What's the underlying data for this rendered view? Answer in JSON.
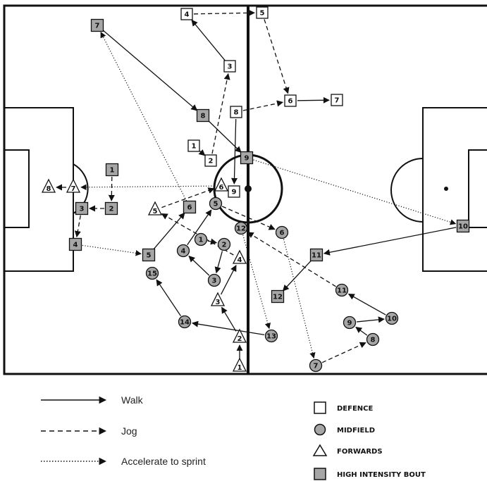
{
  "legend": {
    "walk": "Walk",
    "jog": "Jog",
    "sprint": "Accelerate to sprint",
    "defence": "DEFENCE",
    "midfield": "MIDFIELD",
    "forwards": "FORWARDS",
    "high_intensity": "HIGH INTENSITY BOUT"
  },
  "colors": {
    "line": "#111111",
    "filled": "#a6a6a6",
    "open": "#ffffff",
    "pitch": "#ffffff"
  },
  "players": {
    "defence": [
      {
        "id": "d1",
        "label": "1",
        "type": "square",
        "hi": false
      },
      {
        "id": "d2",
        "label": "2",
        "type": "square",
        "hi": false
      },
      {
        "id": "d3",
        "label": "3",
        "type": "square",
        "hi": false
      },
      {
        "id": "d4",
        "label": "4",
        "type": "square",
        "hi": false
      },
      {
        "id": "d5",
        "label": "5",
        "type": "square",
        "hi": false
      },
      {
        "id": "d6",
        "label": "6",
        "type": "square",
        "hi": false
      },
      {
        "id": "d7",
        "label": "7",
        "type": "square",
        "hi": false
      },
      {
        "id": "d8",
        "label": "8",
        "type": "square",
        "hi": false
      },
      {
        "id": "d9",
        "label": "9",
        "type": "square",
        "hi": false
      }
    ],
    "high_intensity": [
      {
        "id": "h1",
        "label": "1",
        "type": "square",
        "hi": true
      },
      {
        "id": "h2",
        "label": "2",
        "type": "square",
        "hi": true
      },
      {
        "id": "h3",
        "label": "3",
        "type": "square",
        "hi": true
      },
      {
        "id": "h4",
        "label": "4",
        "type": "square",
        "hi": true
      },
      {
        "id": "h5",
        "label": "5",
        "type": "square",
        "hi": true
      },
      {
        "id": "h6",
        "label": "6",
        "type": "square",
        "hi": true
      },
      {
        "id": "h7",
        "label": "7",
        "type": "square",
        "hi": true
      },
      {
        "id": "h8",
        "label": "8",
        "type": "square",
        "hi": true
      },
      {
        "id": "h9",
        "label": "9",
        "type": "square",
        "hi": true
      },
      {
        "id": "h10",
        "label": "10",
        "type": "square",
        "hi": true
      },
      {
        "id": "h11",
        "label": "11",
        "type": "square",
        "hi": true
      },
      {
        "id": "h12",
        "label": "12",
        "type": "square",
        "hi": true
      }
    ],
    "midfield": [
      {
        "id": "m1",
        "label": "1",
        "type": "circle"
      },
      {
        "id": "m2",
        "label": "2",
        "type": "circle"
      },
      {
        "id": "m3",
        "label": "3",
        "type": "circle"
      },
      {
        "id": "m4",
        "label": "4",
        "type": "circle"
      },
      {
        "id": "m5",
        "label": "5",
        "type": "circle"
      },
      {
        "id": "m6",
        "label": "6",
        "type": "circle"
      },
      {
        "id": "m7",
        "label": "7",
        "type": "circle"
      },
      {
        "id": "m8",
        "label": "8",
        "type": "circle"
      },
      {
        "id": "m9",
        "label": "9",
        "type": "circle"
      },
      {
        "id": "m10",
        "label": "10",
        "type": "circle"
      },
      {
        "id": "m11",
        "label": "11",
        "type": "circle"
      },
      {
        "id": "m12",
        "label": "12",
        "type": "circle"
      },
      {
        "id": "m13",
        "label": "13",
        "type": "circle"
      },
      {
        "id": "m14",
        "label": "14",
        "type": "circle"
      },
      {
        "id": "m15",
        "label": "15",
        "type": "circle"
      }
    ],
    "forwards": [
      {
        "id": "f1",
        "label": "1",
        "type": "triangle"
      },
      {
        "id": "f2",
        "label": "2",
        "type": "triangle"
      },
      {
        "id": "f3",
        "label": "3",
        "type": "triangle"
      },
      {
        "id": "f4",
        "label": "4",
        "type": "triangle"
      },
      {
        "id": "f5",
        "label": "5",
        "type": "triangle"
      },
      {
        "id": "f6",
        "label": "6",
        "type": "triangle"
      },
      {
        "id": "f7",
        "label": "7",
        "type": "triangle"
      },
      {
        "id": "f8",
        "label": "8",
        "type": "triangle"
      }
    ]
  },
  "movements": [
    {
      "from": "d1",
      "to": "d2",
      "style": "walk"
    },
    {
      "from": "d2",
      "to": "d3",
      "style": "jog"
    },
    {
      "from": "d3",
      "to": "d4",
      "style": "walk"
    },
    {
      "from": "d4",
      "to": "d5",
      "style": "jog"
    },
    {
      "from": "d5",
      "to": "d6",
      "style": "jog"
    },
    {
      "from": "d6",
      "to": "d7",
      "style": "walk"
    },
    {
      "from": "d8",
      "to": "d6",
      "style": "jog"
    },
    {
      "from": "d8",
      "to": "d9",
      "style": "walk"
    },
    {
      "from": "h1",
      "to": "h2",
      "style": "jog"
    },
    {
      "from": "h2",
      "to": "h3",
      "style": "jog"
    },
    {
      "from": "h3",
      "to": "h4",
      "style": "jog"
    },
    {
      "from": "h4",
      "to": "h5",
      "style": "sprint"
    },
    {
      "from": "h5",
      "to": "h6",
      "style": "walk"
    },
    {
      "from": "h6",
      "to": "h7",
      "style": "sprint"
    },
    {
      "from": "h7",
      "to": "h8",
      "style": "walk"
    },
    {
      "from": "h8",
      "to": "h9",
      "style": "walk"
    },
    {
      "from": "h9",
      "to": "h10",
      "style": "sprint"
    },
    {
      "from": "h10",
      "to": "h11",
      "style": "walk"
    },
    {
      "from": "h11",
      "to": "h12",
      "style": "walk"
    },
    {
      "from": "m1",
      "to": "m2",
      "style": "jog"
    },
    {
      "from": "m2",
      "to": "m3",
      "style": "walk"
    },
    {
      "from": "m3",
      "to": "m4",
      "style": "walk"
    },
    {
      "from": "m4",
      "to": "m5",
      "style": "walk"
    },
    {
      "from": "m5",
      "to": "m6",
      "style": "jog"
    },
    {
      "from": "m6",
      "to": "m7",
      "style": "sprint"
    },
    {
      "from": "m7",
      "to": "m8",
      "style": "jog"
    },
    {
      "from": "m8",
      "to": "m9",
      "style": "walk"
    },
    {
      "from": "m9",
      "to": "m10",
      "style": "walk"
    },
    {
      "from": "m10",
      "to": "m11",
      "style": "walk"
    },
    {
      "from": "m11",
      "to": "m12",
      "style": "jog"
    },
    {
      "from": "m12",
      "to": "m13",
      "style": "sprint"
    },
    {
      "from": "m13",
      "to": "m14",
      "style": "walk"
    },
    {
      "from": "m14",
      "to": "m15",
      "style": "walk"
    },
    {
      "from": "f1",
      "to": "f2",
      "style": "walk"
    },
    {
      "from": "f2",
      "to": "f3",
      "style": "walk"
    },
    {
      "from": "f3",
      "to": "f4",
      "style": "walk"
    },
    {
      "from": "f4",
      "to": "f5",
      "style": "jog"
    },
    {
      "from": "f5",
      "to": "f6",
      "style": "jog"
    },
    {
      "from": "f6",
      "to": "f7",
      "style": "sprint"
    },
    {
      "from": "f7",
      "to": "f8",
      "style": "walk"
    }
  ]
}
